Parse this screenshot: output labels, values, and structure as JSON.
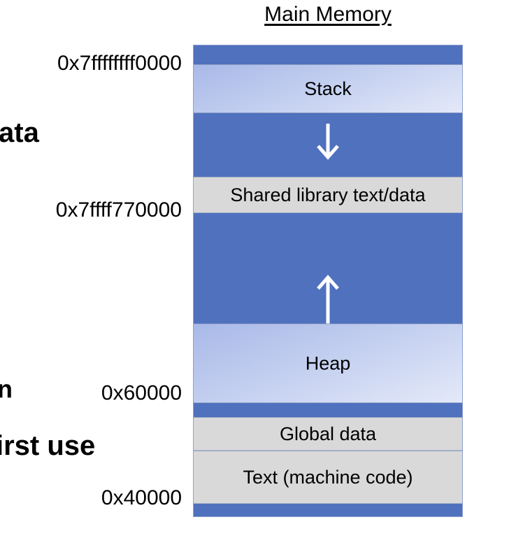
{
  "title": "Main Memory",
  "segments": {
    "stack": "Stack",
    "shared_library": "Shared library text/data",
    "heap": "Heap",
    "global_data": "Global data",
    "text": "Text (machine code)"
  },
  "addresses": {
    "stack_top": "0x7ffffffff0000",
    "shared_library": "0x7ffff770000",
    "heap_start": "0x60000",
    "text_start": "0x40000"
  },
  "cropped_text": {
    "line1": "ata",
    "line2": "n",
    "line3": "irst use"
  },
  "colors": {
    "free_space": "#4f71be",
    "segment_gray": "#d9d9d9",
    "arrow": "#ffffff"
  }
}
